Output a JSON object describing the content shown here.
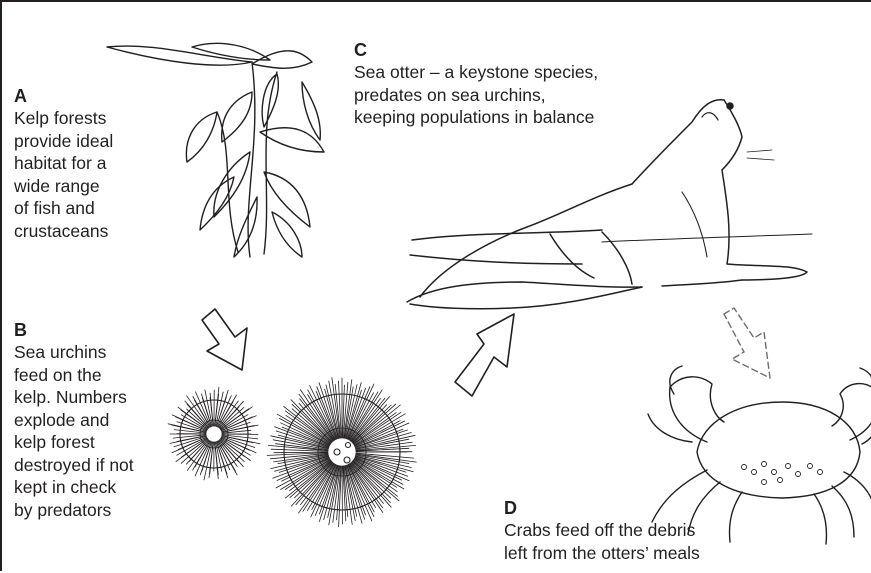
{
  "panels": [
    {
      "id": "A",
      "label": "A",
      "text": "Kelp forests\nprovide ideal\nhabitat for a\nwide range\nof fish and\ncrustaceans"
    },
    {
      "id": "B",
      "label": "B",
      "text": "Sea urchins\nfeed on the\nkelp. Numbers\nexplode and\nkelp forest\ndestroyed if not\nkept in check\nby predators"
    },
    {
      "id": "C",
      "label": "C",
      "text": "Sea otter – a keystone species,\npredates on sea urchins,\nkeeping populations in balance"
    },
    {
      "id": "D",
      "label": "D",
      "text": "Crabs feed off the debris\nleft from the otters’ meals"
    }
  ],
  "colors": {
    "ink": "#231f20",
    "background": "#ffffff",
    "dashed_arrow": "#6d6e71"
  }
}
